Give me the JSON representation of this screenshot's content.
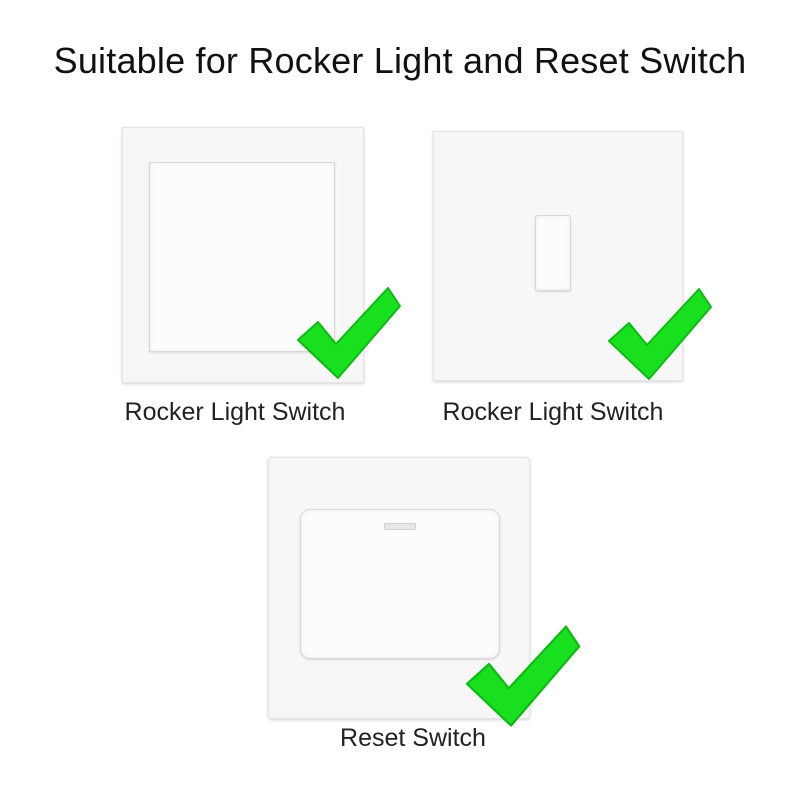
{
  "headline": "Suitable for Rocker Light and Reset Switch",
  "switches": [
    {
      "caption": "Rocker Light Switch",
      "icon": "check-icon"
    },
    {
      "caption": "Rocker Light Switch",
      "icon": "check-icon"
    },
    {
      "caption": "Reset Switch",
      "icon": "check-icon"
    }
  ],
  "colors": {
    "check": "#18e01e",
    "plate": "#f7f7f7"
  }
}
